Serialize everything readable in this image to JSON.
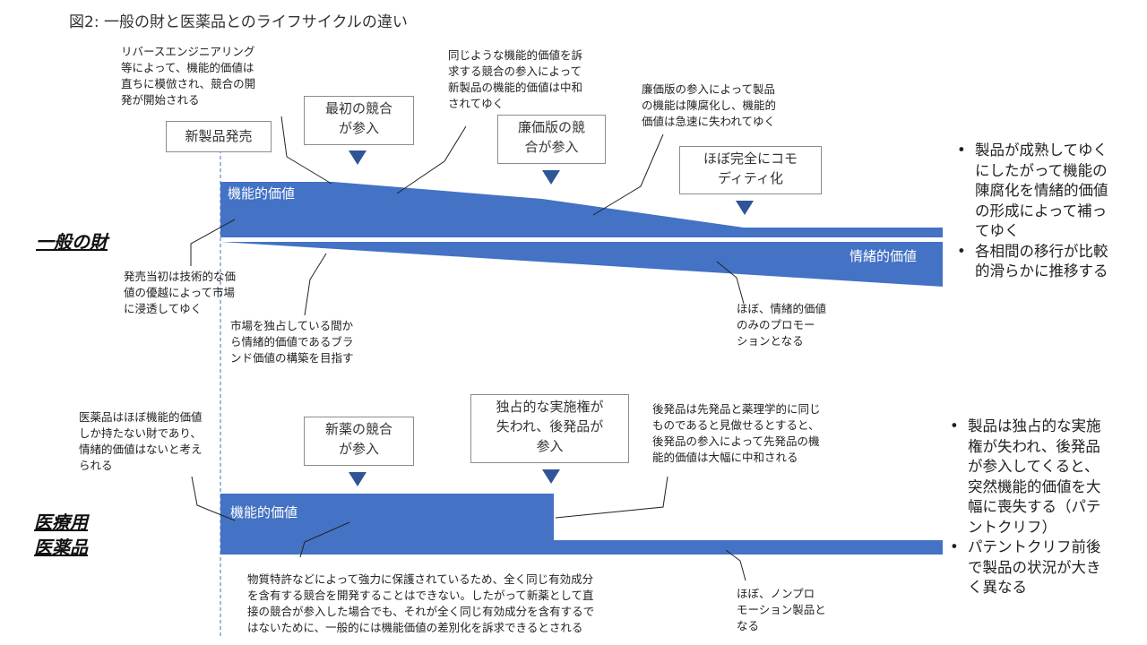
{
  "title": "図2: 一般の財と医薬品とのライフサイクルの違い",
  "colors": {
    "band": "#4472C4",
    "triangle": "#2F5597",
    "line": "#222222",
    "dash": "#5B8BD0"
  },
  "general": {
    "label": "一般の財",
    "functional_label": "機能的価値",
    "emotional_label": "情緒的価値",
    "boxes": {
      "launch": "新製品発売",
      "first_competitor": "最初の競合\nが参入",
      "discount": "廉価版の競\n合が参入",
      "commodity": "ほぼ完全にコモ\nディティ化"
    },
    "annotations": {
      "reverse": "リバースエンジニアリング\n等によって、機能的価値は\n直ちに模倣され、競合の開\n発が開始される",
      "same_value": "同じような機能的価値を訴\n求する競合の参入によって\n新製品の機能的価値は中和\nされてゆく",
      "obsolete": "廉価版の参入によって製品\nの機能は陳腐化し、機能的\n価値は急速に失われてゆく",
      "initial": "発売当初は技術的な価\n値の優越によって市場\nに浸透してゆく",
      "brand": "市場を独占している間か\nら情緒的価値であるブラ\nンド価値の構築を目指す",
      "emotional_promo": "ほぼ、情緒的価値\nのみのプロモー\nションとなる"
    },
    "bullets": [
      "製品が成熟してゆく\nにしたがって機能の\n陳腐化を情緒的価値\nの形成によって補っ\nてゆく",
      "各相間の移行が比較\n的滑らかに推移する"
    ]
  },
  "pharma": {
    "label": "医療用\n医薬品",
    "functional_label": "機能的価値",
    "boxes": {
      "new_drug": "新薬の競合\nが参入",
      "exclusivity": "独占的な実施権が\n失われ、後発品が\n参入"
    },
    "annotations": {
      "only_functional": "医薬品はほぼ機能的価値\nしか持たない財であり、\n情緒的価値はないと考え\nられる",
      "generic": "後発品は先発品と薬理学的に同じ\nものであると見做せるとすると、\n後発品の参入によって先発品の機\n能的価値は大幅に中和される",
      "patent": "物質特許などによって強力に保護されているため、全く同じ有効成分\nを含有する競合を開発することはできない。したがって新薬として直\n接の競合が参入した場合でも、それが全く同じ有効成分を含有するで\nはないために、一般的には機能価値の差別化を訴求できるとされる",
      "nonpromo": "ほぼ、ノンプロ\nモーション製品と\nなる"
    },
    "bullets": [
      "製品は独占的な実施\n権が失われ、後発品\nが参入してくると、\n突然機能的価値を大\n幅に喪失する（パテ\nントクリフ）",
      "パテントクリフ前後\nで製品の状況が大き\nく異なる"
    ]
  }
}
